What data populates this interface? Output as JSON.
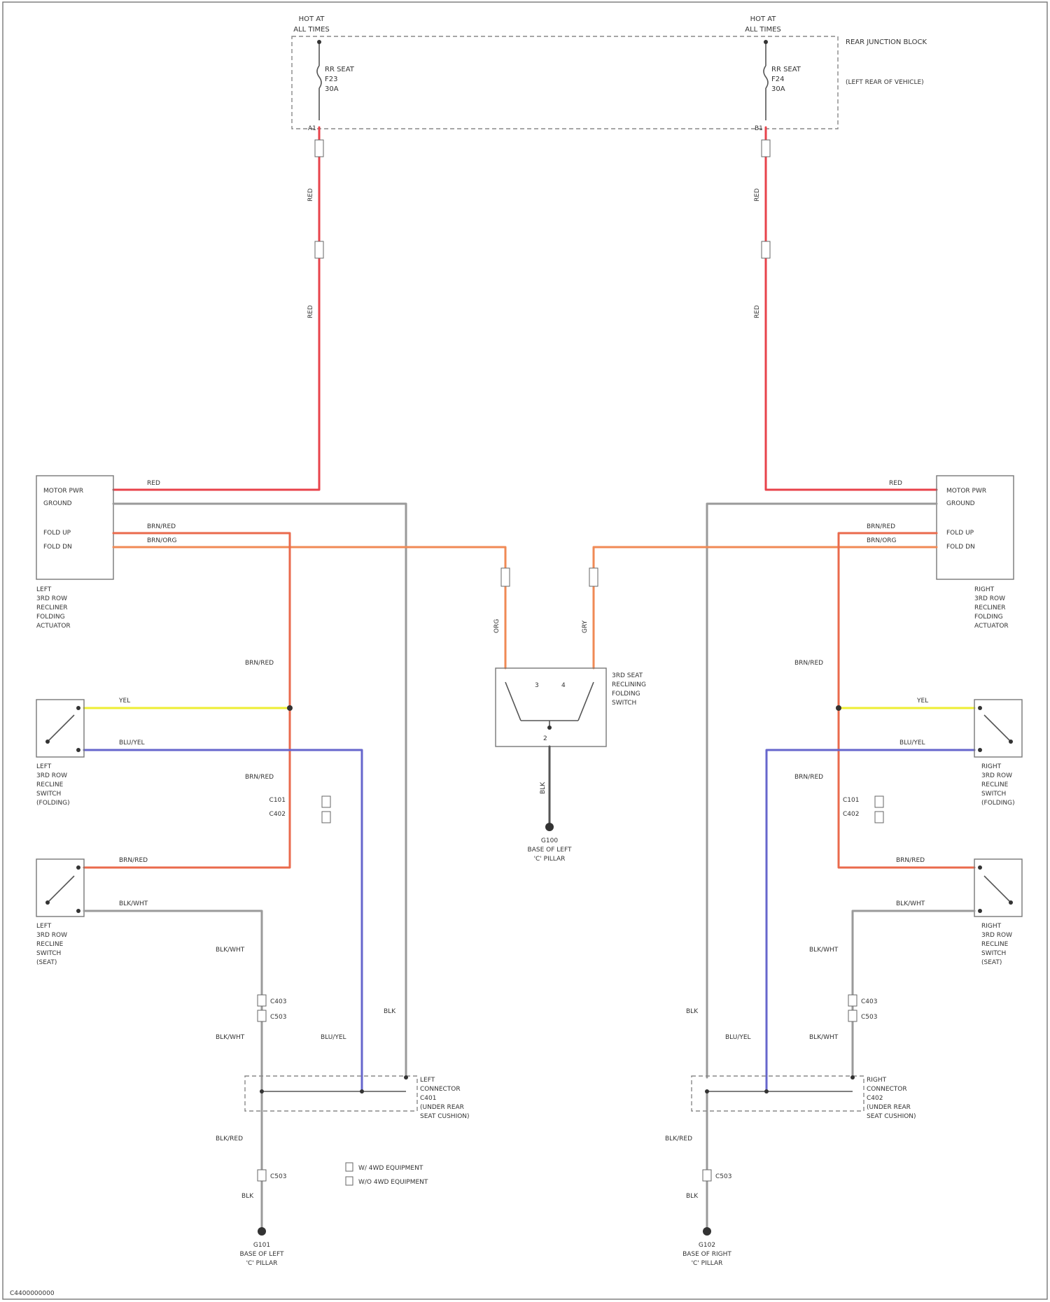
{
  "colors": {
    "border": "#777777",
    "red": "#e8434b",
    "gray": "#9a9a9a",
    "orange": "#f08a55",
    "salmon": "#ea6a4c",
    "yellow": "#eeee33",
    "blue": "#6666cc",
    "dark": "#555555"
  },
  "fuse_left": {
    "title": "HOT AT",
    "subtitle": "ALL TIMES",
    "fuse_label": "RR SEAT",
    "fuse_id": "F23",
    "amp": "30A",
    "pin": "A1"
  },
  "fuse_right": {
    "title": "HOT AT",
    "subtitle": "ALL TIMES",
    "fuse_label": "RR SEAT",
    "fuse_id": "F24",
    "amp": "30A",
    "pin": "B1"
  },
  "jbox": {
    "name": "REAR JUNCTION BLOCK",
    "location": "(LEFT REAR OF VEHICLE)"
  },
  "wires": {
    "red": "RED",
    "gray": "GRY",
    "brown_red": "BRN/RED",
    "brown_orange": "BRN/ORG",
    "yellow": "YEL",
    "blue_yellow": "BLU/YEL",
    "blk_wht": "BLK/WHT",
    "blk": "BLK",
    "blk_red": "BLK/RED",
    "org": "ORG"
  },
  "left_actuator": {
    "pins": [
      "MOTOR PWR",
      "GROUND",
      "FOLD UP",
      "FOLD DN"
    ],
    "name": [
      "LEFT",
      "3RD ROW",
      "RECLINER",
      "FOLDING",
      "ACTUATOR"
    ]
  },
  "right_actuator": {
    "pins": [
      "MOTOR PWR",
      "GROUND",
      "FOLD UP",
      "FOLD DN"
    ],
    "name": [
      "RIGHT",
      "3RD ROW",
      "RECLINER",
      "FOLDING",
      "ACTUATOR"
    ]
  },
  "left_sw_fold": {
    "name": [
      "LEFT",
      "3RD ROW",
      "RECLINE",
      "SWITCH",
      "(FOLDING)"
    ]
  },
  "left_sw_seat": {
    "name": [
      "LEFT",
      "3RD ROW",
      "RECLINE",
      "SWITCH",
      "(SEAT)"
    ]
  },
  "right_sw_fold": {
    "name": [
      "RIGHT",
      "3RD ROW",
      "RECLINE",
      "SWITCH",
      "(FOLDING)"
    ]
  },
  "right_sw_seat": {
    "name": [
      "RIGHT",
      "3RD ROW",
      "RECLINE",
      "SWITCH",
      "(SEAT)"
    ]
  },
  "center_switch": {
    "name": [
      "3RD SEAT",
      "RECLINING",
      "FOLDING",
      "SWITCH"
    ],
    "pins": [
      "3",
      "4",
      "2"
    ]
  },
  "center_ground": {
    "name": "G100",
    "location": [
      "BASE OF LEFT",
      "'C' PILLAR"
    ]
  },
  "left_ground": {
    "name": "G101",
    "location": [
      "BASE OF LEFT",
      "'C' PILLAR"
    ]
  },
  "right_ground": {
    "name": "G102",
    "location": [
      "BASE OF RIGHT",
      "'C' PILLAR"
    ]
  },
  "left_conn": {
    "name": [
      "LEFT",
      "CONNECTOR",
      "C401",
      "(UNDER REAR",
      "SEAT CUSHION)"
    ]
  },
  "right_conn": {
    "name": [
      "RIGHT",
      "CONNECTOR",
      "C402",
      "(UNDER REAR",
      "SEAT CUSHION)"
    ]
  },
  "connectors": {
    "c1": "C101",
    "c2": "C402",
    "c3": "C403",
    "c4": "C503"
  },
  "legend": [
    "W/ 4WD EQUIPMENT",
    "W/O 4WD EQUIPMENT"
  ],
  "footer": "C4400000000"
}
